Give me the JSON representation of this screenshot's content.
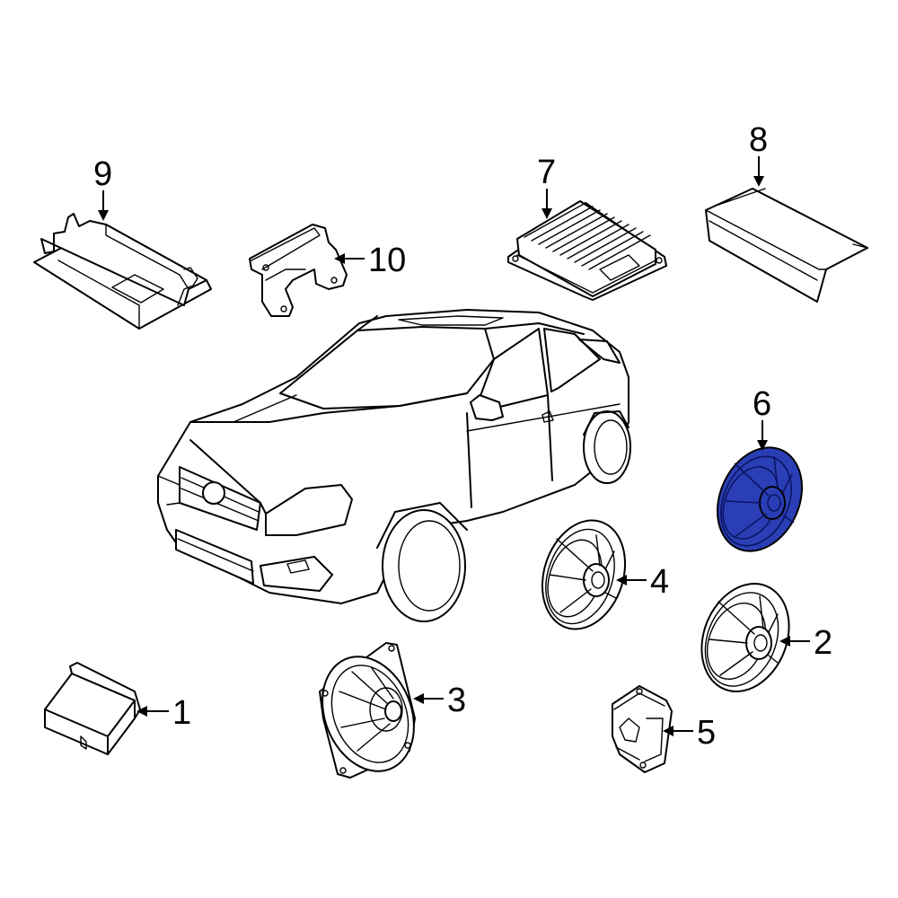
{
  "callouts": {
    "c1": "1",
    "c2": "2",
    "c3": "3",
    "c4": "4",
    "c5": "5",
    "c6": "6",
    "c7": "7",
    "c8": "8",
    "c9": "9",
    "c10": "10"
  },
  "highlight": {
    "part": "6",
    "color": "#2a3fb5"
  }
}
